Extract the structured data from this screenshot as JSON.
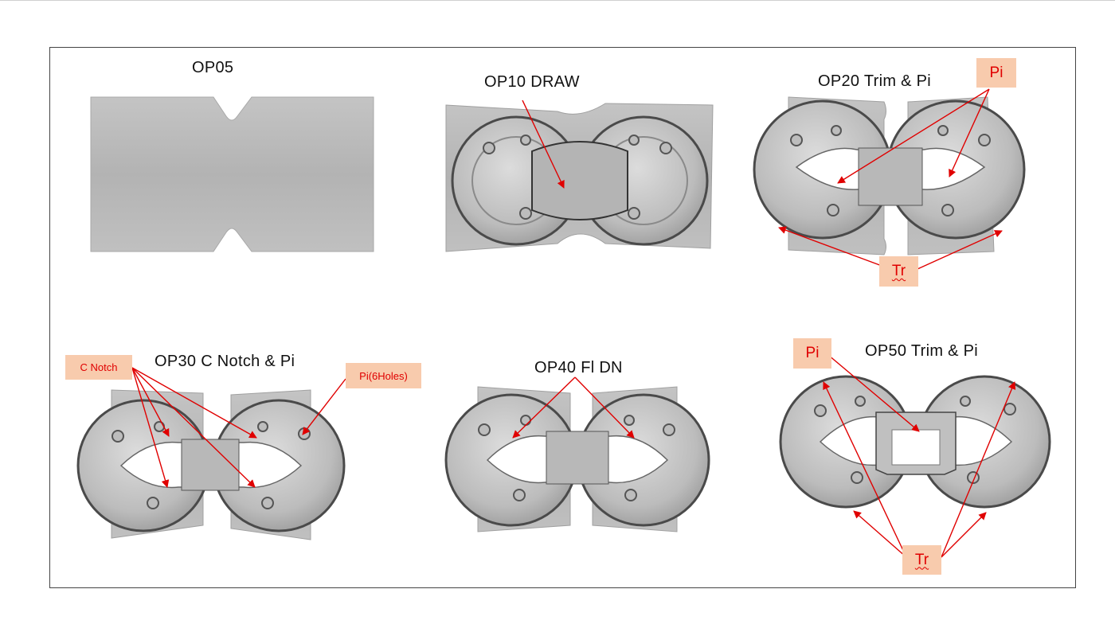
{
  "colors": {
    "frame": "#444444",
    "arrow": "#e00000",
    "callout_fill": "#f8cbad",
    "callout_text": "#e00000",
    "metal_light": "#d6d6d6",
    "metal_mid": "#b8b8b8",
    "metal_dark": "#4a4a4a"
  },
  "operations": {
    "op05": {
      "title": "OP05"
    },
    "op10": {
      "title": "OP10 DRAW"
    },
    "op20": {
      "title": "OP20 Trim & Pi",
      "callout_pi": "Pi",
      "callout_tr": "Tr"
    },
    "op30": {
      "title": "OP30 C Notch & Pi",
      "callout_notch": "C Notch",
      "callout_pi": "Pi(6Holes)"
    },
    "op40": {
      "title": "OP40 Fl DN"
    },
    "op50": {
      "title": "OP50 Trim & Pi",
      "callout_pi": "Pi",
      "callout_tr": "Tr"
    }
  }
}
